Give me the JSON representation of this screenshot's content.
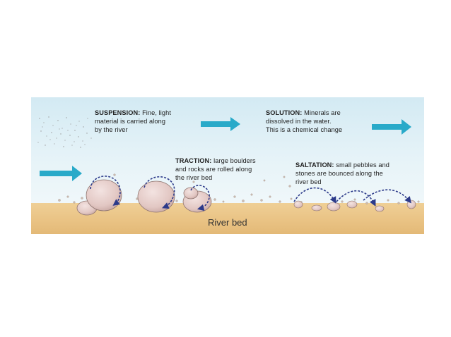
{
  "colors": {
    "water": "#d7edf5",
    "river_bed": "#ebc688",
    "arrow": "#29aac9",
    "rock": "#e9d2cf",
    "path_arrow": "#2c3a8a"
  },
  "labels": {
    "suspension": {
      "heading": "SUSPENSION:",
      "lines": [
        "Fine, light",
        "material is carried along",
        "by the river"
      ]
    },
    "solution": {
      "heading": "SOLUTION:",
      "lines": [
        "Minerals are",
        "dissolved in the water.",
        "This is a chemical change"
      ]
    },
    "traction": {
      "heading": "TRACTION:",
      "lines": [
        "large boulders",
        "and rocks are rolled along",
        "the river bed"
      ]
    },
    "saltation": {
      "heading": "SALTATION:",
      "lines": [
        "small pebbles and",
        "stones are bounced along the",
        "river bed"
      ]
    },
    "river_bed": "River bed"
  },
  "icons": [
    "flow-arrow-icon",
    "rolling-arrow-icon",
    "bounce-arrow-icon"
  ]
}
